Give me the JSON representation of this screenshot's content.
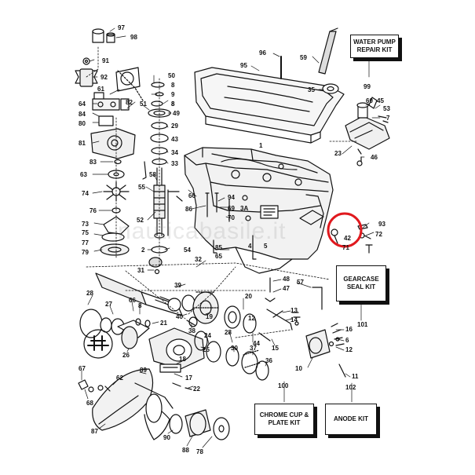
{
  "watermark": "nauticabasile.it",
  "kits": {
    "water_pump": "WATER PUMP REPAIR KIT",
    "gearcase_seal": "GEARCASE SEAL KIT",
    "chrome_cup": "CHROME CUP & PLATE KIT",
    "anode": "ANODE KIT"
  },
  "highlight": {
    "part": "42",
    "color": "#e0191e"
  },
  "callouts": [
    "97",
    "98",
    "91",
    "92",
    "50",
    "9",
    "8",
    "61",
    "64",
    "84",
    "80",
    "81",
    "83",
    "63",
    "74",
    "76",
    "73",
    "75",
    "77",
    "79",
    "82",
    "51",
    "8",
    "49",
    "29",
    "43",
    "34",
    "33",
    "58",
    "55",
    "52",
    "2",
    "54",
    "31",
    "66",
    "86",
    "94",
    "69",
    "70",
    "3A",
    "4",
    "5",
    "85",
    "65",
    "96",
    "95",
    "59",
    "35",
    "99",
    "60",
    "45",
    "53",
    "7",
    "23",
    "46",
    "1",
    "93",
    "42",
    "72",
    "32",
    "39",
    "48",
    "47",
    "57",
    "28",
    "27",
    "66",
    "8",
    "21",
    "26",
    "40",
    "38",
    "19",
    "20",
    "13",
    "14",
    "12",
    "44",
    "15",
    "24",
    "25",
    "28",
    "30",
    "37",
    "36",
    "18",
    "16",
    "6",
    "12",
    "10",
    "11",
    "102",
    "101",
    "17",
    "22",
    "89",
    "62",
    "67",
    "68",
    "87",
    "90",
    "88",
    "78",
    "100",
    "71",
    "8"
  ]
}
